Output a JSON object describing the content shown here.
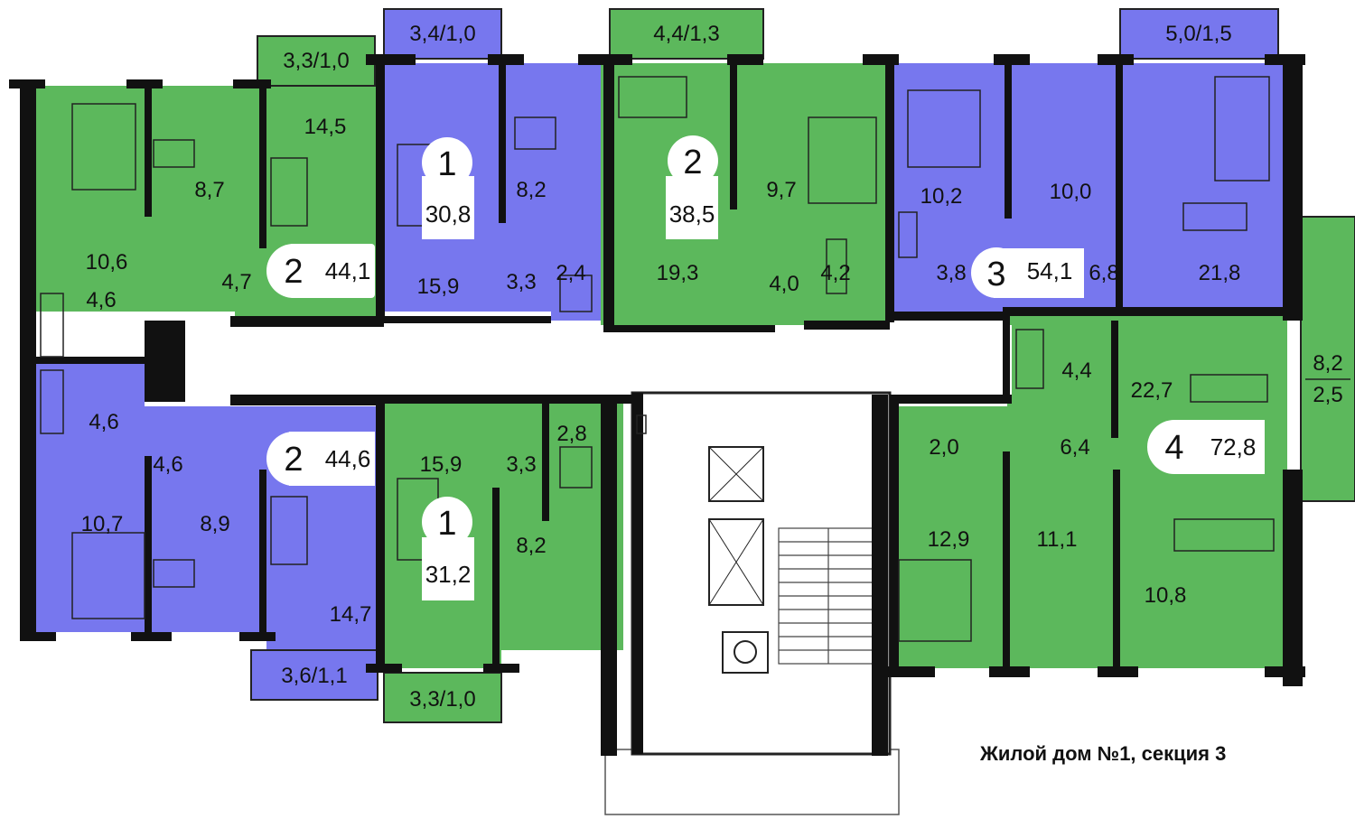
{
  "colors": {
    "green": "#5cb85c",
    "blue": "#7777ee",
    "wall": "#111111",
    "badge": "#ffffff"
  },
  "caption": "Жилой дом №1, секция 3",
  "apartments": [
    {
      "rooms": "2",
      "area": "44,1",
      "color": "green"
    },
    {
      "rooms": "1",
      "area": "30,8",
      "color": "blue"
    },
    {
      "rooms": "2",
      "area": "38,5",
      "color": "green"
    },
    {
      "rooms": "3",
      "area": "54,1",
      "color": "blue"
    },
    {
      "rooms": "2",
      "area": "44,6",
      "color": "blue"
    },
    {
      "rooms": "1",
      "area": "31,2",
      "color": "green"
    },
    {
      "rooms": "4",
      "area": "72,8",
      "color": "green"
    }
  ],
  "balconies": [
    "3,3/1,0",
    "3,4/1,0",
    "4,4/1,3",
    "5,0/1,5",
    "3,6/1,1",
    "3,3/1,0",
    "8,2",
    "2,5"
  ],
  "room_areas": [
    "14,5",
    "8,7",
    "10,6",
    "4,7",
    "4,6",
    "15,9",
    "8,2",
    "3,3",
    "2,4",
    "19,3",
    "9,7",
    "4,0",
    "4,2",
    "10,2",
    "10,0",
    "3,8",
    "6,8",
    "21,8",
    "4,6",
    "4,6",
    "10,7",
    "8,9",
    "14,7",
    "15,9",
    "3,3",
    "2,8",
    "8,2",
    "4,4",
    "22,7",
    "2,0",
    "6,4",
    "12,9",
    "11,1",
    "10,8"
  ]
}
